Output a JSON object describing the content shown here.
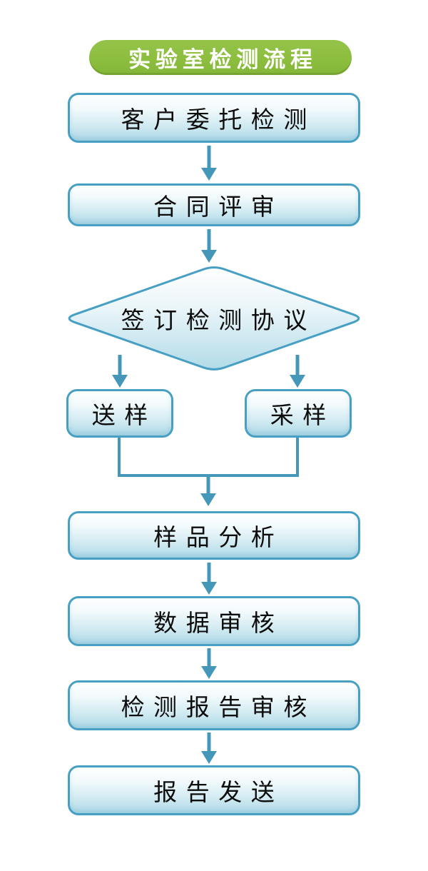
{
  "header": {
    "title": "实验室检测流程"
  },
  "flow": {
    "nodes": [
      {
        "id": "customer-entrusted-testing",
        "label": "客户委托检测",
        "type": "process"
      },
      {
        "id": "contract-review",
        "label": "合同评审",
        "type": "process"
      },
      {
        "id": "sign-testing-agreement",
        "label": "签订检测协议",
        "type": "decision"
      },
      {
        "id": "sample-delivery",
        "label": "送样",
        "type": "process"
      },
      {
        "id": "sample-collection",
        "label": "采样",
        "type": "process"
      },
      {
        "id": "sample-analysis",
        "label": "样品分析",
        "type": "process"
      },
      {
        "id": "data-review",
        "label": "数据审核",
        "type": "process"
      },
      {
        "id": "test-report-review",
        "label": "检测报告审核",
        "type": "process"
      },
      {
        "id": "report-delivery",
        "label": "报告发送",
        "type": "process"
      }
    ],
    "edges": [
      {
        "from": "customer-entrusted-testing",
        "to": "contract-review"
      },
      {
        "from": "contract-review",
        "to": "sign-testing-agreement"
      },
      {
        "from": "sign-testing-agreement",
        "to": "sample-delivery"
      },
      {
        "from": "sign-testing-agreement",
        "to": "sample-collection"
      },
      {
        "from": "sample-delivery",
        "to": "sample-analysis"
      },
      {
        "from": "sample-collection",
        "to": "sample-analysis"
      },
      {
        "from": "sample-analysis",
        "to": "data-review"
      },
      {
        "from": "data-review",
        "to": "test-report-review"
      },
      {
        "from": "test-report-review",
        "to": "report-delivery"
      }
    ]
  },
  "colors": {
    "banner_green": "#8dbe3f",
    "banner_text": "#ffffff",
    "node_border": "#47a0c3",
    "node_fill_top": "#ffffff",
    "node_fill_bottom": "#aed9e7",
    "node_text": "#0d0d0d",
    "arrow_blue": "#4597b9",
    "background": "#ffffff"
  }
}
